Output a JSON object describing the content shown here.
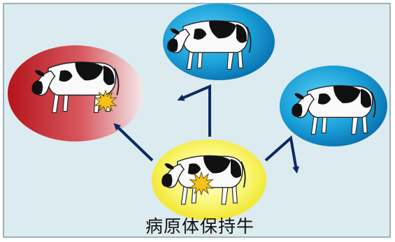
{
  "diagram": {
    "carrier_label": "病原体保持牛",
    "colors": {
      "background": "#dcebef",
      "border": "#9ab1b9",
      "arrow": "#0d2a64",
      "infected_red": "#c81e1e",
      "healthy_blue": "#1aa0d8",
      "carrier_yellow": "#f2ef2a",
      "pathogen": "#f6c21a"
    },
    "nodes": [
      {
        "role": "carrier",
        "icon": "cow-icon",
        "has_pathogen": true
      },
      {
        "role": "infected",
        "icon": "cow-icon",
        "has_pathogen": true
      },
      {
        "role": "healthy",
        "icon": "cow-icon",
        "has_pathogen": false
      },
      {
        "role": "healthy",
        "icon": "cow-icon",
        "has_pathogen": false
      }
    ]
  }
}
